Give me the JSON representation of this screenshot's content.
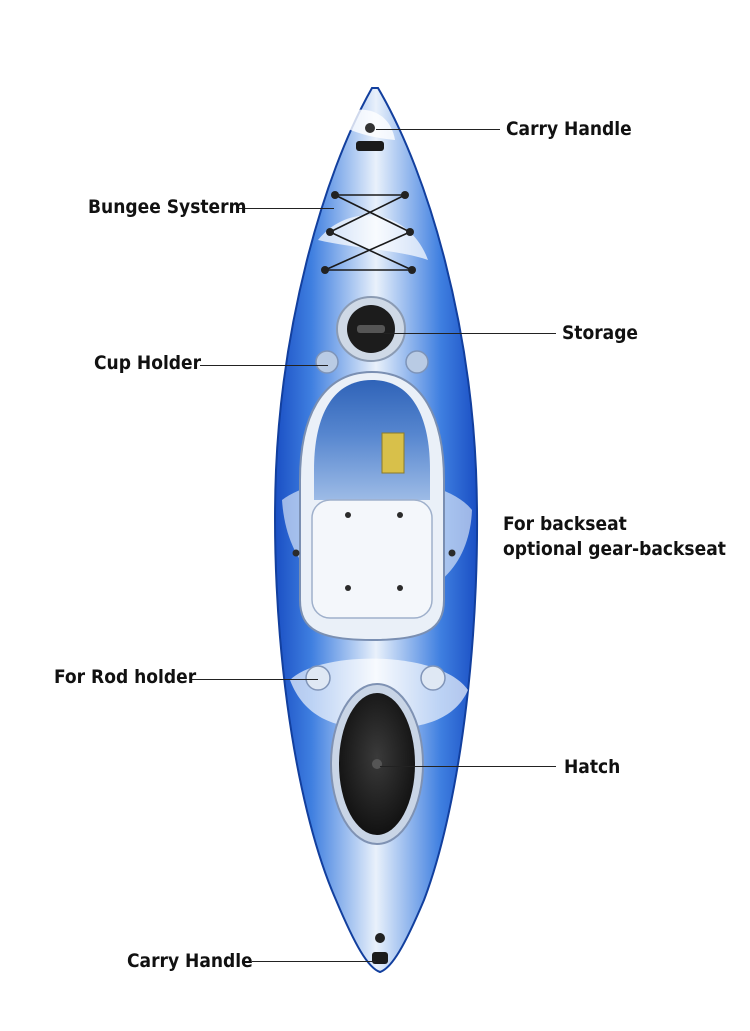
{
  "labels": {
    "carry_handle_top": "Carry Handle",
    "bungee": "Bungee Systerm",
    "storage": "Storage",
    "cup_holder": "Cup Holder",
    "backseat_line1": "For backseat",
    "backseat_line2": "optional gear-backseat",
    "rod_holder": "For Rod holder",
    "hatch": "Hatch",
    "carry_handle_bottom": "Carry Handle"
  },
  "colors": {
    "hull_blue": "#1f5fd0",
    "hull_dark": "#0f3fa8",
    "hull_light": "#dfeaf8",
    "hatch_black": "#1a1a1a"
  }
}
